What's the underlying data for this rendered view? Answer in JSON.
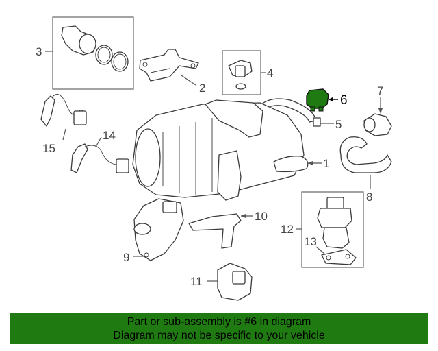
{
  "diagram": {
    "highlight_color": "#1f7a12",
    "highlighted_part": "6",
    "callouts": {
      "c1": "1",
      "c2": "2",
      "c3": "3",
      "c4": "4",
      "c5": "5",
      "c6": "6",
      "c7": "7",
      "c8": "8",
      "c9": "9",
      "c10": "10",
      "c11": "11",
      "c12": "12",
      "c13": "13",
      "c14": "14",
      "c15": "15"
    }
  },
  "banner": {
    "line1": "Part or sub-assembly is #6 in diagram",
    "line2": "Diagram may not be specific to your vehicle",
    "background": "#1f7a12"
  }
}
